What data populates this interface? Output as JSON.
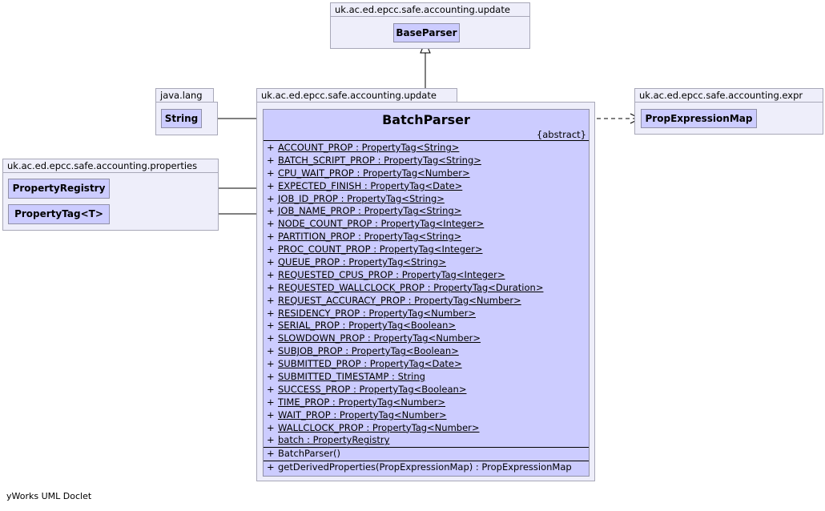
{
  "packages": {
    "top": {
      "name": "uk.ac.ed.epcc.safe.accounting.update",
      "classes": [
        "BaseParser"
      ]
    },
    "java_lang": {
      "name": "java.lang",
      "classes": [
        "String"
      ]
    },
    "main": {
      "name": "uk.ac.ed.epcc.safe.accounting.update"
    },
    "expr": {
      "name": "uk.ac.ed.epcc.safe.accounting.expr",
      "classes": [
        "PropExpressionMap"
      ]
    },
    "properties": {
      "name": "uk.ac.ed.epcc.safe.accounting.properties",
      "classes": [
        "PropertyRegistry",
        "PropertyTag<T>"
      ]
    }
  },
  "main_class": {
    "name": "BatchParser",
    "stereotype": "{abstract}",
    "attributes": [
      {
        "vis": "+",
        "text": "ACCOUNT_PROP : PropertyTag<String>",
        "static": true
      },
      {
        "vis": "+",
        "text": "BATCH_SCRIPT_PROP : PropertyTag<String>",
        "static": true
      },
      {
        "vis": "+",
        "text": "CPU_WAIT_PROP : PropertyTag<Number>",
        "static": true
      },
      {
        "vis": "+",
        "text": "EXPECTED_FINISH : PropertyTag<Date>",
        "static": true
      },
      {
        "vis": "+",
        "text": "JOB_ID_PROP : PropertyTag<String>",
        "static": true
      },
      {
        "vis": "+",
        "text": "JOB_NAME_PROP : PropertyTag<String>",
        "static": true
      },
      {
        "vis": "+",
        "text": "NODE_COUNT_PROP : PropertyTag<Integer>",
        "static": true
      },
      {
        "vis": "+",
        "text": "PARTITION_PROP : PropertyTag<String>",
        "static": true
      },
      {
        "vis": "+",
        "text": "PROC_COUNT_PROP : PropertyTag<Integer>",
        "static": true
      },
      {
        "vis": "+",
        "text": "QUEUE_PROP : PropertyTag<String>",
        "static": true
      },
      {
        "vis": "+",
        "text": "REQUESTED_CPUS_PROP : PropertyTag<Integer>",
        "static": true
      },
      {
        "vis": "+",
        "text": "REQUESTED_WALLCLOCK_PROP : PropertyTag<Duration>",
        "static": true
      },
      {
        "vis": "+",
        "text": "REQUEST_ACCURACY_PROP : PropertyTag<Number>",
        "static": true
      },
      {
        "vis": "+",
        "text": "RESIDENCY_PROP : PropertyTag<Number>",
        "static": true
      },
      {
        "vis": "+",
        "text": "SERIAL_PROP : PropertyTag<Boolean>",
        "static": true
      },
      {
        "vis": "+",
        "text": "SLOWDOWN_PROP : PropertyTag<Number>",
        "static": true
      },
      {
        "vis": "+",
        "text": "SUBJOB_PROP : PropertyTag<Boolean>",
        "static": true
      },
      {
        "vis": "+",
        "text": "SUBMITTED_PROP : PropertyTag<Date>",
        "static": true
      },
      {
        "vis": "+",
        "text": "SUBMITTED_TIMESTAMP : String",
        "static": true
      },
      {
        "vis": "+",
        "text": "SUCCESS_PROP : PropertyTag<Boolean>",
        "static": true
      },
      {
        "vis": "+",
        "text": "TIME_PROP : PropertyTag<Number>",
        "static": true
      },
      {
        "vis": "+",
        "text": "WAIT_PROP : PropertyTag<Number>",
        "static": true
      },
      {
        "vis": "+",
        "text": "WALLCLOCK_PROP : PropertyTag<Number>",
        "static": true
      },
      {
        "vis": "+",
        "text": "batch : PropertyRegistry",
        "static": true
      }
    ],
    "constructors": [
      {
        "vis": "+",
        "text": "BatchParser()"
      }
    ],
    "methods": [
      {
        "vis": "+",
        "text": "getDerivedProperties(PropExpressionMap) : PropExpressionMap"
      }
    ]
  },
  "footer": "yWorks UML Doclet"
}
